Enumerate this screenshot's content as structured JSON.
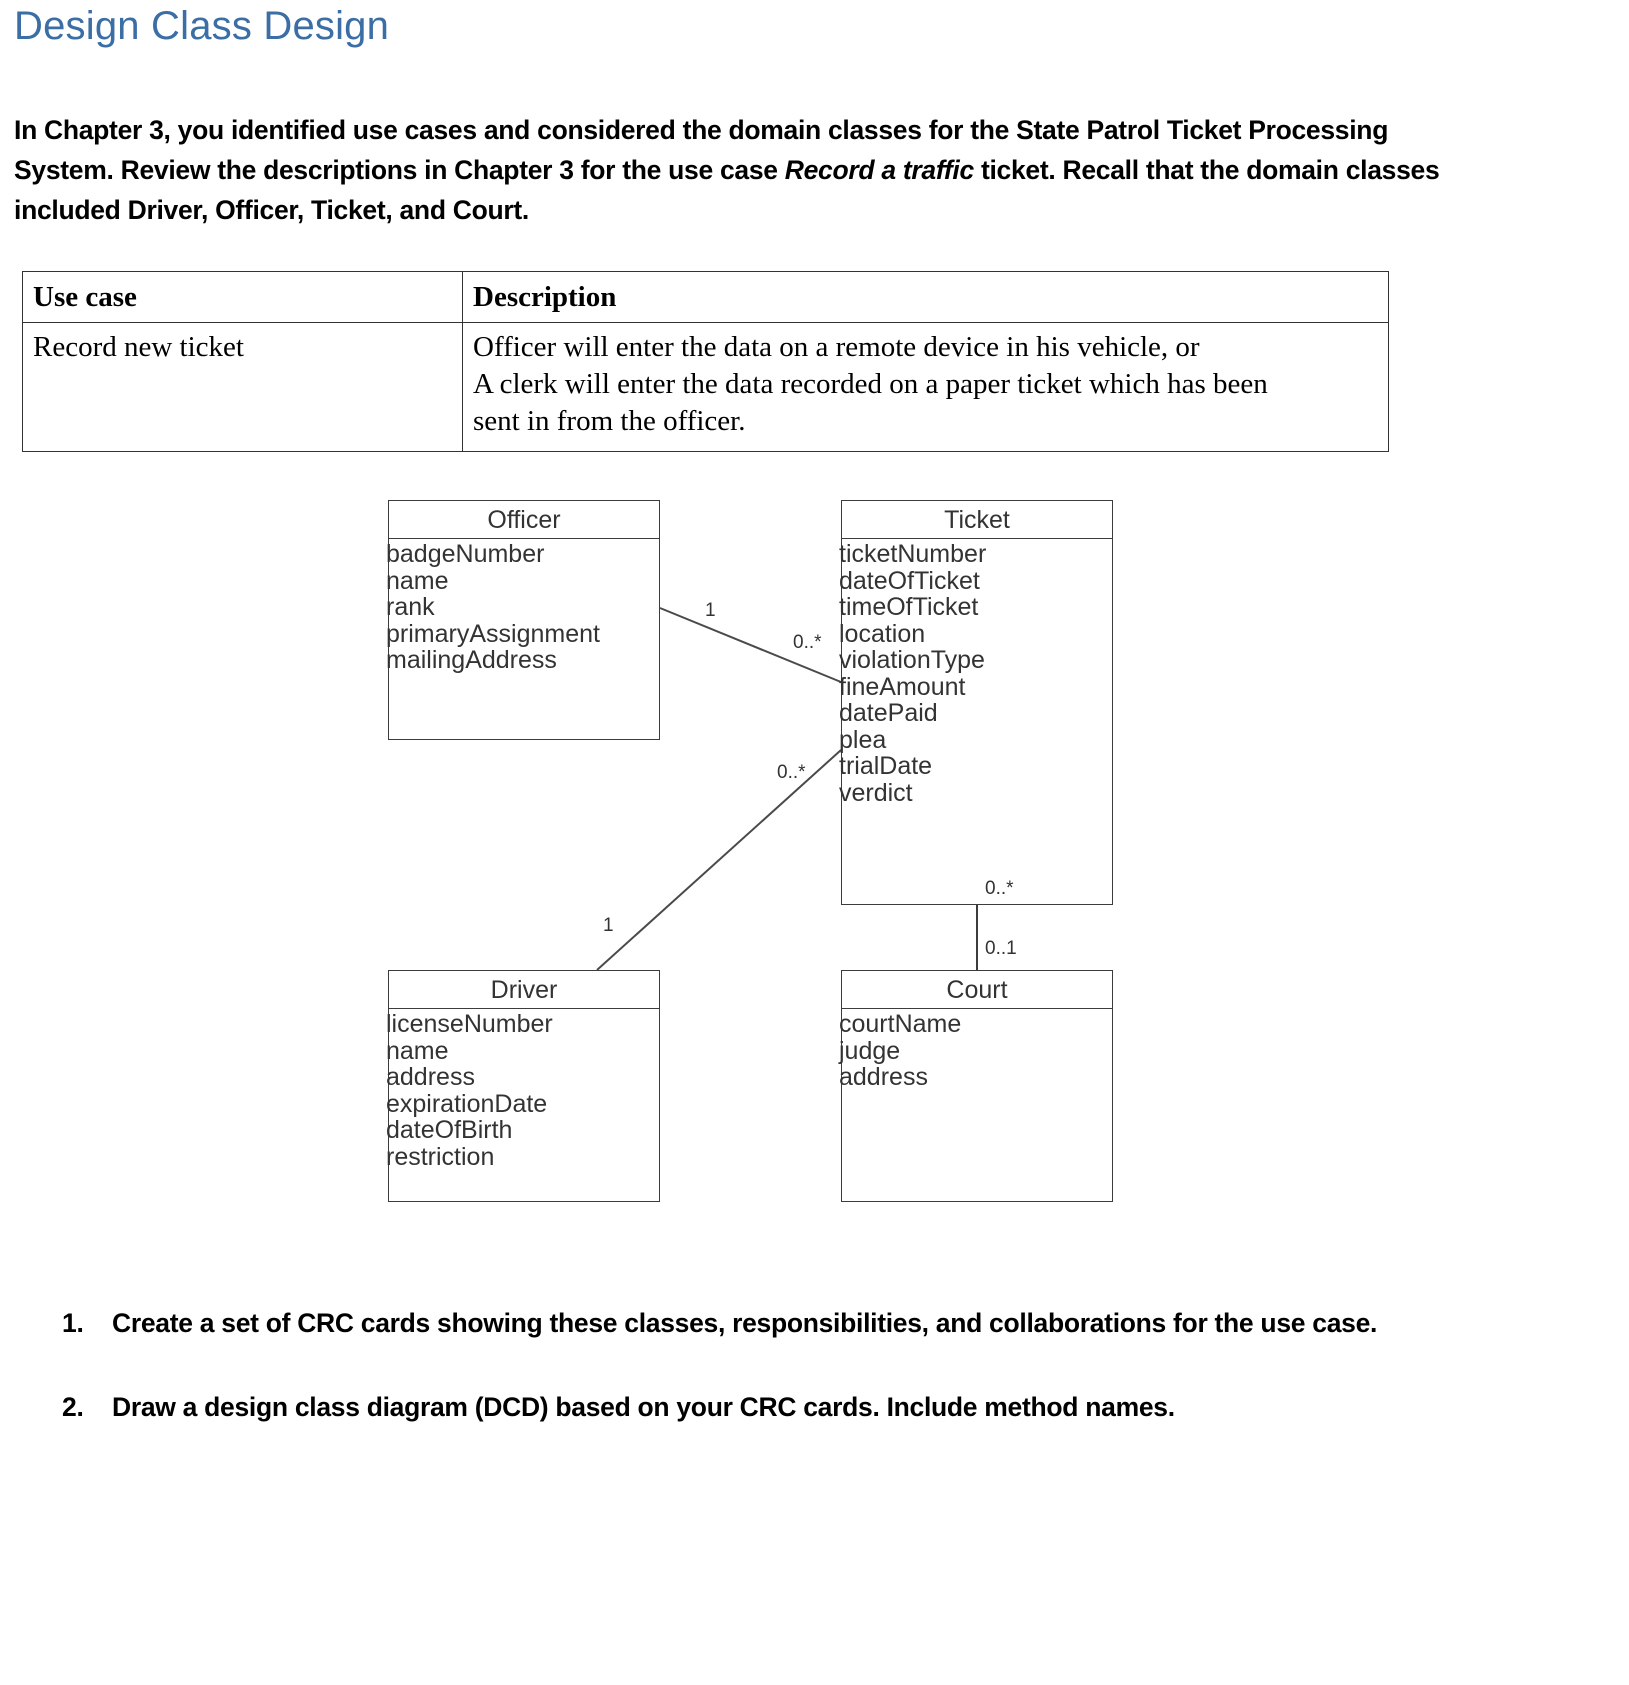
{
  "title": "Design Class Design",
  "intro": {
    "part1": "In Chapter 3, you identified use cases and considered the domain classes for the State Patrol Ticket Processing System. Review the descriptions in Chapter 3 for the use case ",
    "emphasis": "Record a traffic",
    "part2": " ticket. Recall that the domain classes included Driver, Officer, Ticket, and Court."
  },
  "table": {
    "headers": [
      "Use case",
      "Description"
    ],
    "rows": [
      {
        "use_case": "Record new ticket",
        "description_lines": [
          "Officer will enter the data on a remote device in his vehicle, or",
          "A clerk will enter the data recorded on a paper ticket which has been",
          "sent in from the officer."
        ]
      }
    ]
  },
  "diagram": {
    "type": "uml-class-diagram",
    "classes": [
      {
        "id": "officer",
        "name": "Officer",
        "attributes": [
          "badgeNumber",
          "name",
          "rank",
          "primaryAssignment",
          "mailingAddress"
        ]
      },
      {
        "id": "ticket",
        "name": "Ticket",
        "attributes": [
          "ticketNumber",
          "dateOfTicket",
          "timeOfTicket",
          "location",
          "violationType",
          "fineAmount",
          "datePaid",
          "plea",
          "trialDate",
          "verdict"
        ]
      },
      {
        "id": "driver",
        "name": "Driver",
        "attributes": [
          "licenseNumber",
          "name",
          "address",
          "expirationDate",
          "dateOfBirth",
          "restriction"
        ]
      },
      {
        "id": "court",
        "name": "Court",
        "attributes": [
          "courtName",
          "judge",
          "address"
        ]
      }
    ],
    "associations": [
      {
        "id": "officer-ticket",
        "from": "Officer",
        "to": "Ticket",
        "from_multiplicity": "1",
        "to_multiplicity": "0..*"
      },
      {
        "id": "driver-ticket",
        "from": "Driver",
        "to": "Ticket",
        "from_multiplicity": "1",
        "to_multiplicity": "0..*"
      },
      {
        "id": "ticket-court",
        "from": "Ticket",
        "to": "Court",
        "from_multiplicity": "0..*",
        "to_multiplicity": "0..1"
      }
    ]
  },
  "tasks": [
    {
      "number": "1.",
      "text": "Create a set of CRC cards showing these classes, responsibilities, and collaborations for the use case."
    },
    {
      "number": "2.",
      "text": "Draw a design class diagram (DCD) based on your CRC cards. Include method names."
    }
  ]
}
